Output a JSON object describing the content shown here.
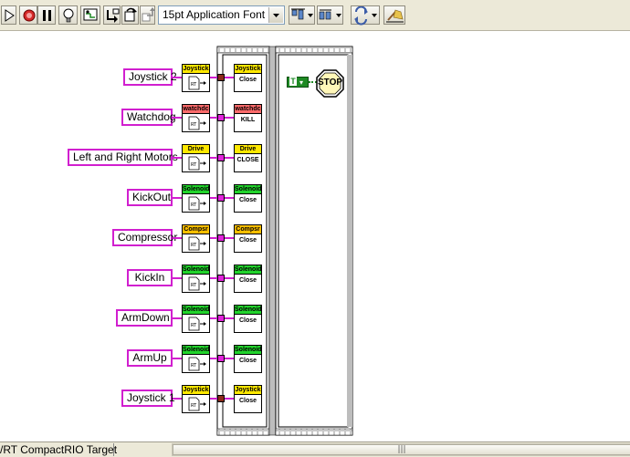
{
  "toolbar": {
    "buttons": [
      {
        "name": "run-arrow-icon"
      },
      {
        "name": "abort-icon"
      },
      {
        "name": "pause-icon"
      },
      {
        "name": "highlight-execution-icon"
      },
      {
        "name": "retain-wire-values-icon"
      },
      {
        "name": "step-into-icon"
      },
      {
        "name": "step-over-icon"
      },
      {
        "name": "step-out-icon"
      }
    ],
    "font": "15pt Application Font",
    "right_buttons": [
      {
        "name": "align-objects-icon"
      },
      {
        "name": "distribute-objects-icon"
      },
      {
        "name": "reorder-icon"
      },
      {
        "name": "clean-up-diagram-icon"
      }
    ]
  },
  "diagram": {
    "rows": [
      {
        "label": "Joystick 2",
        "open_banner": "Joystick",
        "close_banner": "Joystick",
        "close_text": "Close",
        "color": "#ffe800",
        "tunnel": "#8b2a1a"
      },
      {
        "label": "Watchdog",
        "open_banner": "watchdc",
        "close_banner": "watchdc",
        "close_text": "KILL",
        "color": "#ff6a6a",
        "tunnel": "#e024d9"
      },
      {
        "label": "Left and Right Motors",
        "open_banner": "Drive",
        "close_banner": "Drive",
        "close_text": "CLOSE",
        "color": "#ffe800",
        "tunnel": "#e024d9"
      },
      {
        "label": "KickOut",
        "open_banner": "Solenoid",
        "close_banner": "Solenoid",
        "close_text": "Close",
        "color": "#22d42c",
        "tunnel": "#e024d9"
      },
      {
        "label": "Compressor",
        "open_banner": "Compsr",
        "close_banner": "Compsr",
        "close_text": "Close",
        "color": "#ffc000",
        "tunnel": "#e024d9"
      },
      {
        "label": "KickIn",
        "open_banner": "Solenoid",
        "close_banner": "Solenoid",
        "close_text": "Close",
        "color": "#22d42c",
        "tunnel": "#e024d9"
      },
      {
        "label": "ArmDown",
        "open_banner": "Solenoid",
        "close_banner": "Solenoid",
        "close_text": "Close",
        "color": "#22d42c",
        "tunnel": "#e024d9"
      },
      {
        "label": "ArmUp",
        "open_banner": "Solenoid",
        "close_banner": "Solenoid",
        "close_text": "Close",
        "color": "#22d42c",
        "tunnel": "#e024d9"
      },
      {
        "label": "Joystick 1",
        "open_banner": "Joystick",
        "close_banner": "Joystick",
        "close_text": "Close",
        "color": "#ffe800",
        "tunnel": "#8b2a1a"
      }
    ],
    "true_constant": "T",
    "stop_text": "STOP"
  },
  "statusbar": {
    "target": "/RT CompactRIO Target"
  },
  "colors": {
    "wire": "#d11fcf",
    "boolean": "#1e8a24",
    "toolbar_bg": "#ece9d8"
  }
}
